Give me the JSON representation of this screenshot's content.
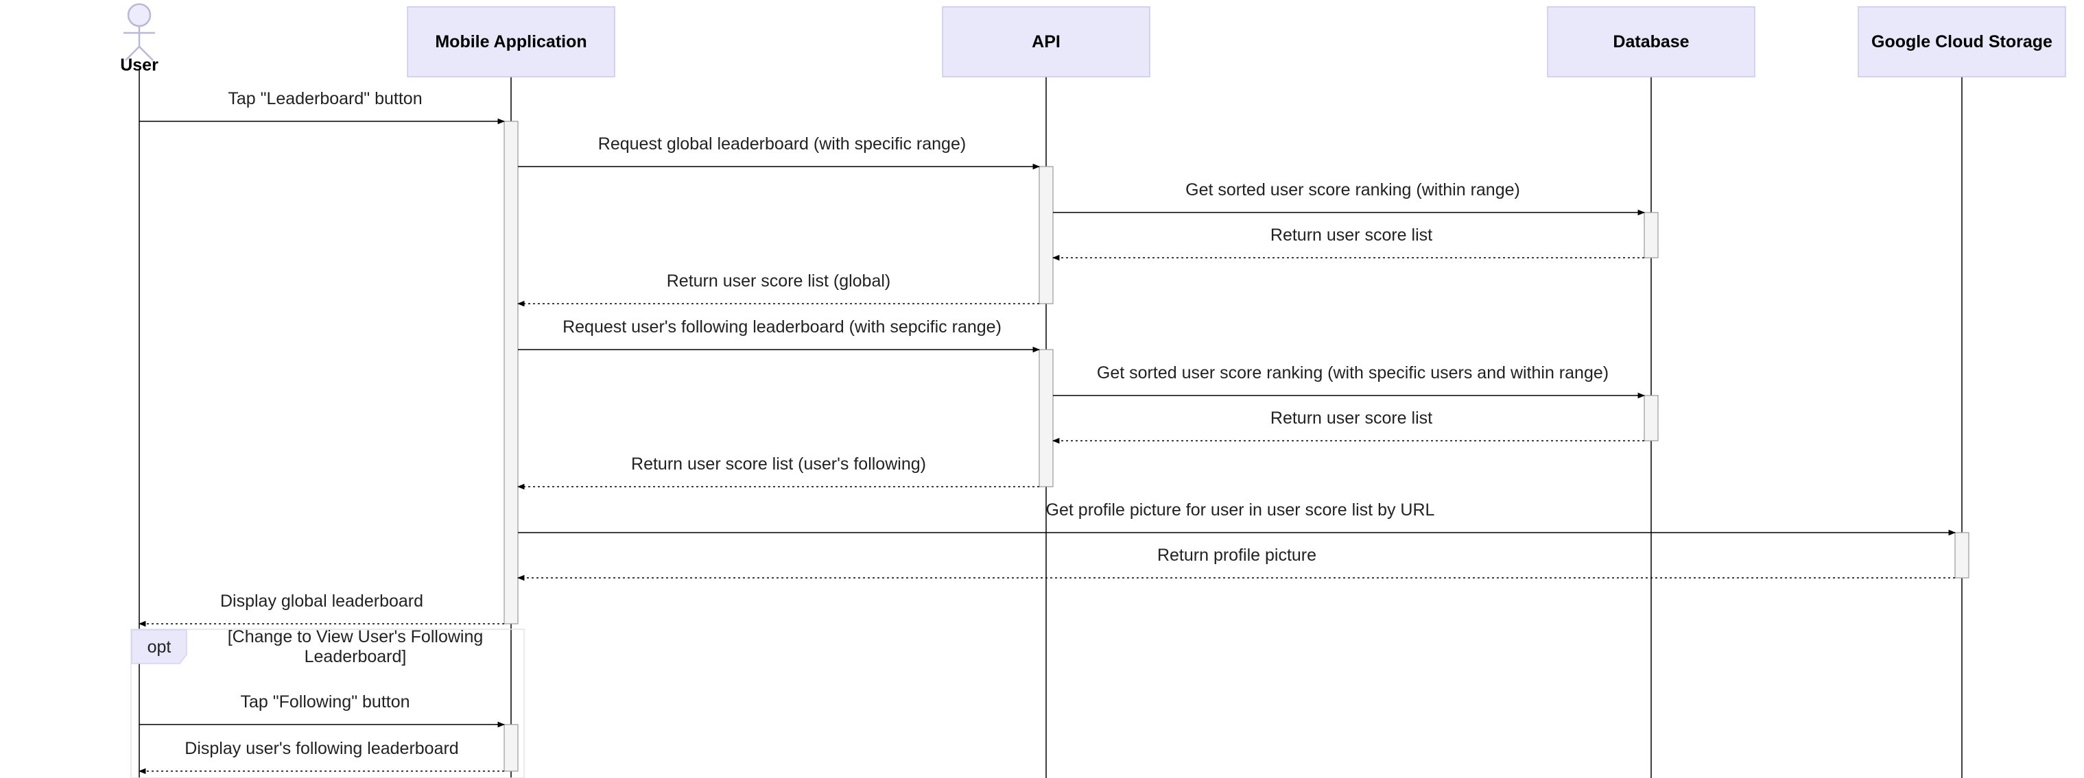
{
  "actor": {
    "label": "User",
    "icon": "stick-figure-icon"
  },
  "participants": [
    {
      "id": "app",
      "label": "Mobile Application"
    },
    {
      "id": "api",
      "label": "API"
    },
    {
      "id": "db",
      "label": "Database"
    },
    {
      "id": "gcs",
      "label": "Google Cloud Storage"
    }
  ],
  "messages": [
    {
      "from": "user",
      "to": "app",
      "label": "Tap \"Leaderboard\" button",
      "style": "solid"
    },
    {
      "from": "app",
      "to": "api",
      "label": "Request global leaderboard (with specific range)",
      "style": "solid"
    },
    {
      "from": "api",
      "to": "db",
      "label": "Get sorted user score ranking (within range)",
      "style": "solid"
    },
    {
      "from": "db",
      "to": "api",
      "label": "Return user score list",
      "style": "dotted"
    },
    {
      "from": "api",
      "to": "app",
      "label": "Return user score list (global)",
      "style": "dotted"
    },
    {
      "from": "app",
      "to": "api",
      "label": "Request user's following leaderboard (with sepcific range)",
      "style": "solid"
    },
    {
      "from": "api",
      "to": "db",
      "label": "Get sorted user score ranking (with specific users and within range)",
      "style": "solid"
    },
    {
      "from": "db",
      "to": "api",
      "label": "Return user score list",
      "style": "dotted"
    },
    {
      "from": "api",
      "to": "app",
      "label": "Return user score list (user's following)",
      "style": "dotted"
    },
    {
      "from": "app",
      "to": "gcs",
      "label": "Get profile picture for user in user score list by URL",
      "style": "solid"
    },
    {
      "from": "gcs",
      "to": "app",
      "label": "Return profile picture",
      "style": "dotted"
    },
    {
      "from": "app",
      "to": "user",
      "label": "Display global leaderboard",
      "style": "dotted"
    },
    {
      "from": "user",
      "to": "app",
      "label": "Tap \"Following\" button",
      "style": "solid"
    },
    {
      "from": "app",
      "to": "user",
      "label": "Display user's following leaderboard",
      "style": "dotted"
    }
  ],
  "fragment": {
    "operator": "opt",
    "guard_line1": "[Change to View User's Following",
    "guard_line2": "Leaderboard]"
  },
  "colors": {
    "participant_fill": "#e8e8fa",
    "participant_stroke": "#c9c9ef",
    "line": "#000000",
    "activation_fill": "#f4f4f4",
    "activation_stroke": "#9a9a9a",
    "opt_tab_fill": "#e8e8fa"
  }
}
